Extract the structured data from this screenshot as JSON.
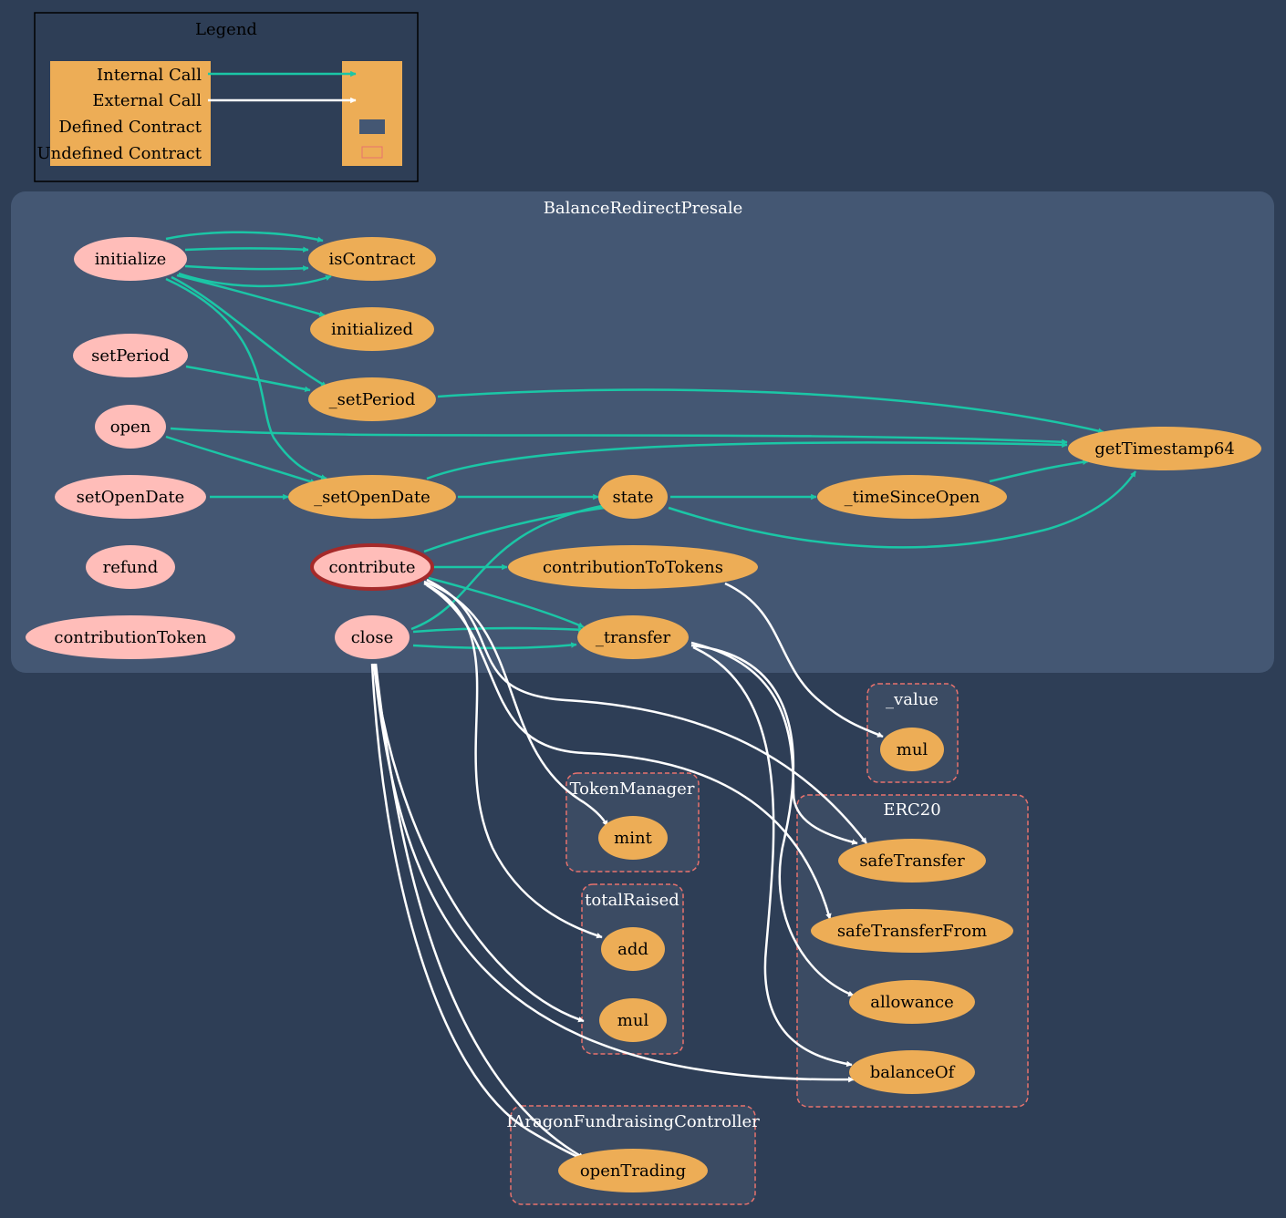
{
  "colors": {
    "background": "#2e3e56",
    "contract_cluster": "#445773",
    "external_cluster": "#3b4b63",
    "cluster_dash": "#e8726d",
    "internal_call": "#1bc6a6",
    "external_call": "#ffffff",
    "public_node": "#ffbdb9",
    "internal_node": "#edad56",
    "highlight_border": "#a52a2a",
    "legend_box": "#edad56"
  },
  "legend": {
    "title": "Legend",
    "internal_call": "Internal Call",
    "external_call": "External Call",
    "defined_contract": "Defined Contract",
    "undefined_contract": "Undefined Contract"
  },
  "clusters": {
    "main": "BalanceRedirectPresale",
    "value": "_value",
    "erc20": "ERC20",
    "token_manager": "TokenManager",
    "total_raised": "totalRaised",
    "aragon": "IAragonFundraisingController"
  },
  "nodes": {
    "initialize": "initialize",
    "isContract": "isContract",
    "initialized": "initialized",
    "setPeriod": "setPeriod",
    "_setPeriod": "_setPeriod",
    "open": "open",
    "getTimestamp64": "getTimestamp64",
    "setOpenDate": "setOpenDate",
    "_setOpenDate": "_setOpenDate",
    "state": "state",
    "_timeSinceOpen": "_timeSinceOpen",
    "refund": "refund",
    "contribute": "contribute",
    "contributionToTokens": "contributionToTokens",
    "contributionToken": "contributionToken",
    "close": "close",
    "_transfer": "_transfer",
    "value_mul": "mul",
    "safeTransfer": "safeTransfer",
    "safeTransferFrom": "safeTransferFrom",
    "allowance": "allowance",
    "balanceOf": "balanceOf",
    "mint": "mint",
    "add": "add",
    "raised_mul": "mul",
    "openTrading": "openTrading"
  }
}
